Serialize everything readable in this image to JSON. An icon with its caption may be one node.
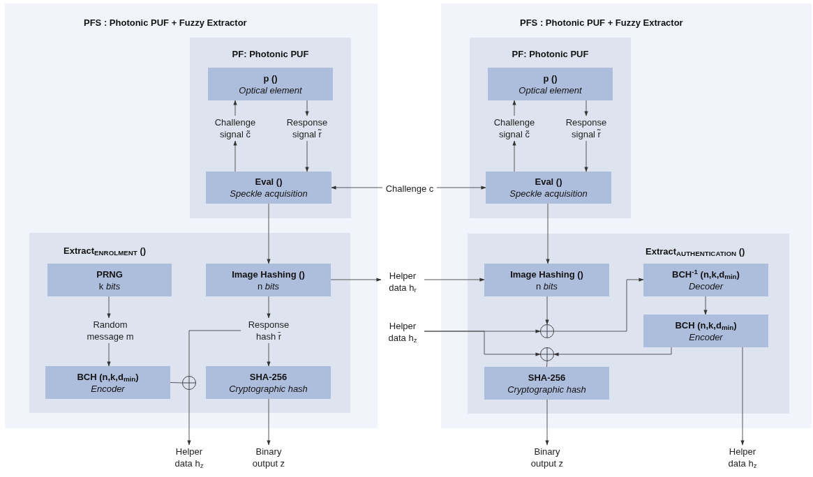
{
  "diagram": {
    "nodes": [
      {
        "text": [
          "PFS : Photonic PUF + Fuzzy Extractor"
        ]
      },
      {
        "text": [
          "PF: Photonic PUF"
        ],
        "in": 0
      },
      {
        "text": [
          "p ()",
          "Optical element"
        ],
        "in": 1
      },
      {
        "text": [
          "Challenge signal c̃"
        ],
        "in": 1
      },
      {
        "text": [
          "Response signal r̃"
        ],
        "in": 1
      },
      {
        "text": [
          "Eval ()",
          "Speckle acquisition"
        ],
        "in": 1
      },
      {
        "text": [
          "Extract$_{ENROLMENT}$ ()"
        ],
        "in": 0
      },
      {
        "text": [
          "PRNG",
          "k *bits*"
        ],
        "in": 6
      },
      {
        "text": [
          "Image Hashing ()",
          "n *bits*"
        ],
        "in": 6
      },
      {
        "text": [
          "Random message m"
        ],
        "in": 6
      },
      {
        "text": [
          "Response hash r̄"
        ],
        "in": 6
      },
      {
        "text": [
          "BCH (n,k,d$_{min}$)",
          "Encoder"
        ],
        "in": 6
      },
      {
        "text": [],
        "shape": "circle",
        "in": 6
      },
      {
        "text": [
          "SHA-256",
          "Cryptographic hash"
        ],
        "in": 6
      },
      {
        "text": [
          "Challenge c"
        ]
      },
      {
        "text": [
          "Helper data h$_{r}$"
        ]
      },
      {
        "text": [
          "Helper data h$_{z}$"
        ]
      },
      {
        "text": [
          "PFS : Photonic PUF + Fuzzy Extractor"
        ]
      },
      {
        "text": [
          "PF: Photonic PUF"
        ],
        "in": 17
      },
      {
        "text": [
          "p ()",
          "Optical element"
        ],
        "in": 18
      },
      {
        "text": [
          "Challenge signal c̃"
        ],
        "in": 18
      },
      {
        "text": [
          "Response signal r̃"
        ],
        "in": 18
      },
      {
        "text": [
          "Eval ()",
          "Speckle acquisition"
        ],
        "in": 18
      },
      {
        "text": [
          "Extract$_{AUTHENTICATION}$ ()"
        ],
        "in": 17
      },
      {
        "text": [
          "Image Hashing ()",
          "n *bits*"
        ],
        "in": 23
      },
      {
        "text": [
          "BCH$^{-1}$ (n,k,d$_{min}$)",
          "Decoder"
        ],
        "in": 23
      },
      {
        "text": [],
        "shape": "circle",
        "in": 23
      },
      {
        "text": [
          "BCH (n,k,d$_{min}$)",
          "Encoder"
        ],
        "in": 23
      },
      {
        "text": [],
        "shape": "circle",
        "in": 23
      },
      {
        "text": [
          "SHA-256",
          "Cryptographic hash"
        ],
        "in": 23
      },
      {
        "text": [
          "Helper data h$_{z}$"
        ]
      },
      {
        "text": [
          "Binary output z"
        ]
      },
      {
        "text": [
          "Binary output z"
        ]
      },
      {
        "text": [
          "Helper data h$_{z}$"
        ]
      }
    ],
    "edges": [
      {
        "from": 5,
        "to": 3,
        "arrow": "to"
      },
      {
        "from": 3,
        "to": 2,
        "arrow": "to"
      },
      {
        "from": 2,
        "to": 4,
        "arrow": "to"
      },
      {
        "from": 4,
        "to": 5,
        "arrow": "to"
      },
      {
        "from": 14,
        "to": 5,
        "arrow": "to"
      },
      {
        "from": 14,
        "to": 22,
        "arrow": "to"
      },
      {
        "from": 5,
        "to": 8,
        "arrow": "to"
      },
      {
        "from": 7,
        "to": 9,
        "arrow": "to"
      },
      {
        "from": 9,
        "to": 11,
        "arrow": "to"
      },
      {
        "from": 8,
        "to": 10,
        "arrow": "to"
      },
      {
        "from": 10,
        "to": 13,
        "arrow": "to"
      },
      {
        "from": 10,
        "to": 12,
        "arrow": "none"
      },
      {
        "from": 11,
        "to": 12,
        "arrow": "none"
      },
      {
        "from": 12,
        "to": 30,
        "arrow": "to"
      },
      {
        "from": 13,
        "to": 31,
        "arrow": "to"
      },
      {
        "from": 8,
        "to": 15,
        "arrow": "to"
      },
      {
        "from": 15,
        "to": 24,
        "arrow": "to"
      },
      {
        "from": 22,
        "to": 24,
        "arrow": "to"
      },
      {
        "from": 24,
        "to": 26,
        "arrow": "to"
      },
      {
        "from": 16,
        "to": 26,
        "arrow": "to"
      },
      {
        "from": 16,
        "to": 28,
        "arrow": "to"
      },
      {
        "from": 26,
        "to": 25,
        "arrow": "to"
      },
      {
        "from": 25,
        "to": 27,
        "arrow": "to"
      },
      {
        "from": 27,
        "to": 28,
        "arrow": "to"
      },
      {
        "from": 28,
        "to": 29,
        "arrow": "none"
      },
      {
        "from": 29,
        "to": 32,
        "arrow": "to"
      },
      {
        "from": 27,
        "to": 33,
        "arrow": "to"
      },
      {
        "from": 20,
        "to": 19,
        "arrow": "to"
      },
      {
        "from": 22,
        "to": 20,
        "arrow": "to"
      },
      {
        "from": 19,
        "to": 21,
        "arrow": "to"
      },
      {
        "from": 21,
        "to": 22,
        "arrow": "to"
      }
    ]
  }
}
